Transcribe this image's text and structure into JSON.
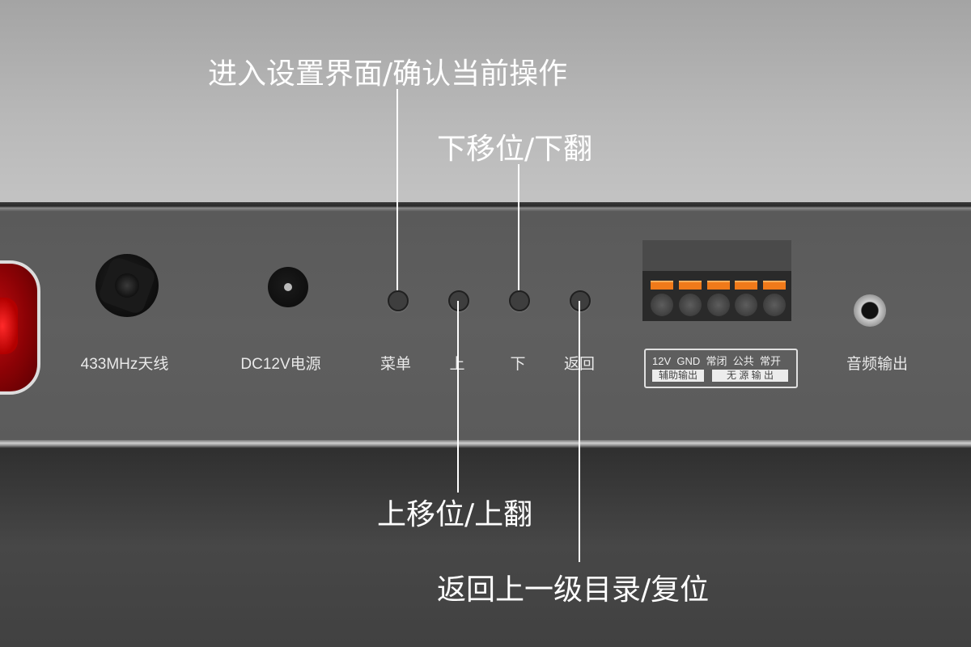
{
  "panel_labels": {
    "antenna": "433MHz天线",
    "power": "DC12V电源",
    "menu": "菜单",
    "up": "上",
    "down": "下",
    "back": "返回",
    "audio": "音频输出"
  },
  "terminal_legend": {
    "top": [
      "12V",
      "GND",
      "常闭",
      "公共",
      "常开"
    ],
    "aux": "辅助输出",
    "dry": "无 源 输 出"
  },
  "callouts": {
    "menu": "进入设置界面/确认当前操作",
    "down": "下移位/下翻",
    "up": "上移位/上翻",
    "back": "返回上一级目录/复位"
  },
  "colors": {
    "terminal_tab": "#f07a1a",
    "knob": "#c40c10"
  }
}
